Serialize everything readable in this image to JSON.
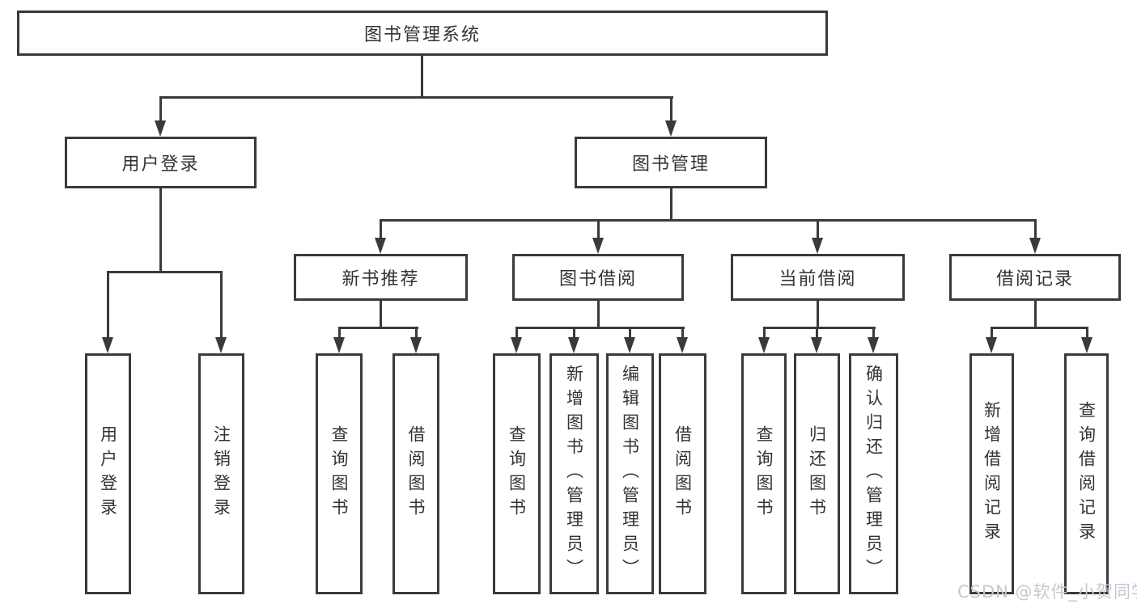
{
  "diagram": {
    "root": {
      "label": "图书管理系统"
    },
    "branches": [
      {
        "label": "用户登录",
        "children": [
          {
            "label": "用户登录"
          },
          {
            "label": "注销登录"
          }
        ]
      },
      {
        "label": "图书管理",
        "children": [
          {
            "label": "新书推荐",
            "children": [
              {
                "label": "查询图书"
              },
              {
                "label": "借阅图书"
              }
            ]
          },
          {
            "label": "图书借阅",
            "children": [
              {
                "label": "查询图书"
              },
              {
                "label": "新增图书（管理员）"
              },
              {
                "label": "编辑图书（管理员）"
              },
              {
                "label": "借阅图书"
              }
            ]
          },
          {
            "label": "当前借阅",
            "children": [
              {
                "label": "查询图书"
              },
              {
                "label": "归还图书"
              },
              {
                "label": "确认归还（管理员）"
              }
            ]
          },
          {
            "label": "借阅记录",
            "children": [
              {
                "label": "新增借阅记录"
              },
              {
                "label": "查询借阅记录"
              }
            ]
          }
        ]
      }
    ]
  },
  "watermark": {
    "text": "CSDN @软件_小贺同学"
  },
  "colors": {
    "line": "#3a3a3a",
    "text": "#333333",
    "watermark": "#c3c9d3",
    "background": "#ffffff"
  }
}
